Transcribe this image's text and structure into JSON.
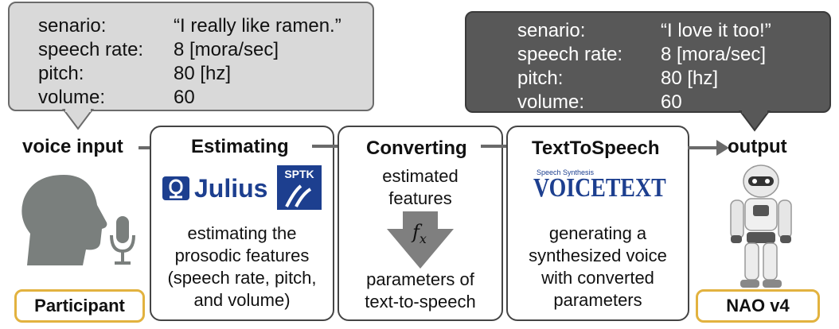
{
  "participant_bubble": {
    "rows": [
      {
        "key": "senario:",
        "value": "“I really like ramen.”"
      },
      {
        "key": "speech rate:",
        "value": "8 [mora/sec]"
      },
      {
        "key": "pitch:",
        "value": "80 [hz]"
      },
      {
        "key": "volume:",
        "value": "60"
      }
    ]
  },
  "robot_bubble": {
    "rows": [
      {
        "key": "senario:",
        "value": "“I love it too!”"
      },
      {
        "key": "speech rate:",
        "value": "8 [mora/sec]"
      },
      {
        "key": "pitch:",
        "value": "80 [hz]"
      },
      {
        "key": "volume:",
        "value": "60"
      }
    ]
  },
  "flow": {
    "voice_input": "voice input",
    "estimating": {
      "title": "Estimating",
      "logo_julius": "Julius",
      "logo_sptk": "SPTK",
      "lines": [
        "estimating the",
        "prosodic features",
        "(speech rate, pitch,",
        "and volume)"
      ]
    },
    "converting": {
      "title": "Converting",
      "top_lines": [
        "estimated",
        "features"
      ],
      "function_base": "f",
      "function_sub": "x",
      "bottom_lines": [
        "parameters of",
        "text-to-speech"
      ]
    },
    "tts": {
      "title": "TextToSpeech",
      "logo_small": "Speech Synthesis",
      "logo_main": "VOICETEXT",
      "lines": [
        "generating  a",
        "synthesized voice",
        "with converted",
        "parameters"
      ]
    },
    "output": "output"
  },
  "participant_label": "Participant",
  "robot_label": "NAO v4",
  "colors": {
    "accent_gold": "#e2b23f",
    "arrow_gray": "#6a6a6a",
    "bubble_light": "#d9d9d9",
    "bubble_dark": "#585858",
    "julius_blue": "#1d3f8f"
  }
}
